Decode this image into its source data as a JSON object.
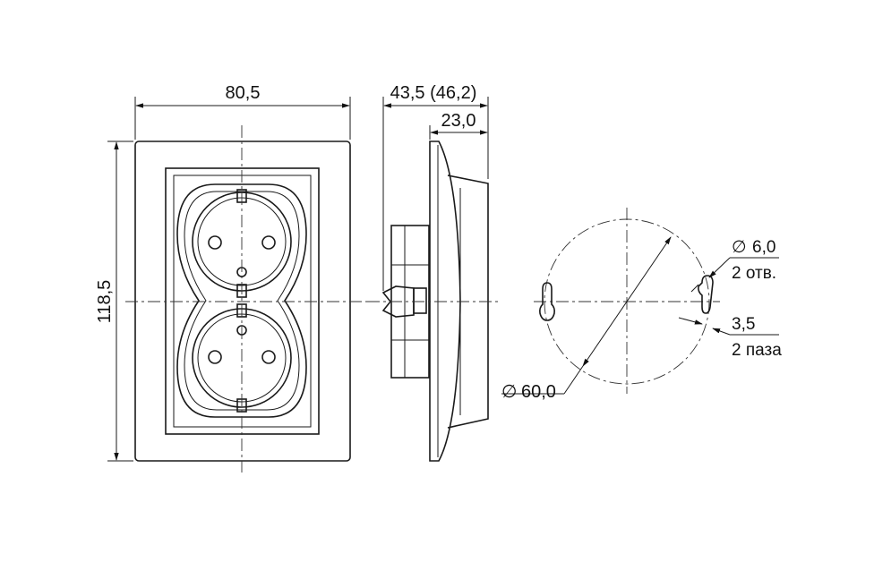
{
  "dimensions": {
    "width": "80,5",
    "height": "118,5",
    "depth_total": "43,5 (46,2)",
    "depth_back": "23,0",
    "mount_diameter": "60,0",
    "hole_diameter": "6,0",
    "hole_count": "2 отв.",
    "slot_width": "3,5",
    "slot_count": "2 паза"
  },
  "symbols": {
    "diameter": "∅"
  }
}
